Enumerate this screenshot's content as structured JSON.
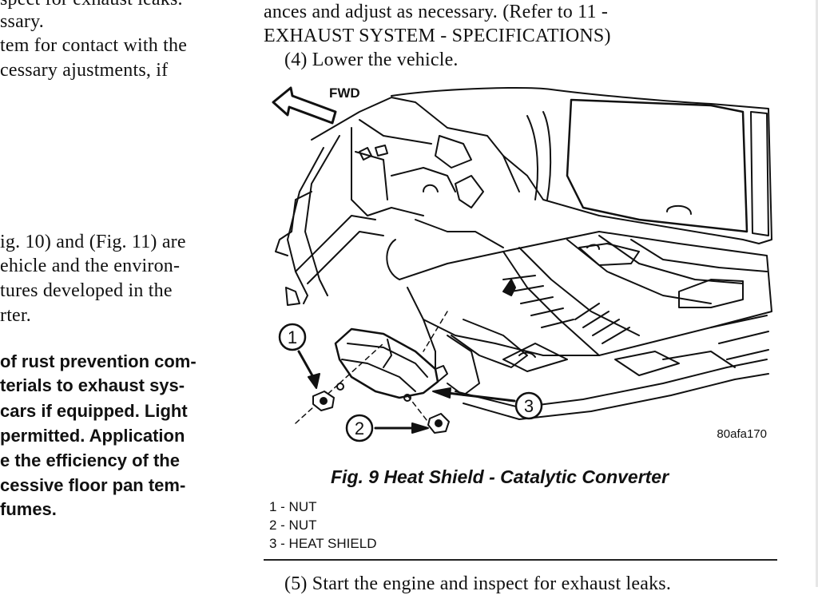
{
  "left_column": {
    "lines_top": [
      "spect for exhaust leaks.",
      "ssary.",
      "tem for contact with the",
      "cessary   ajustments,   if"
    ],
    "lines_middle": [
      "ig. 10) and (Fig. 11) are",
      "ehicle and the environ-",
      "tures  developed  in  the",
      "rter."
    ],
    "lines_bold": [
      "of rust prevention com-",
      "terials to exhaust sys-",
      " cars if equipped. Light",
      " permitted. Application",
      "e the efficiency of the",
      "cessive floor pan tem-",
      "fumes."
    ]
  },
  "right_column": {
    "line1": "ances   and   adjust   as   necessary.  (Refer   to   11   -",
    "line2": "EXHAUST SYSTEM - SPECIFICATIONS)",
    "step4": "(4)  Lower the vehicle.",
    "step5": "(5)  Start the engine and inspect for exhaust leaks."
  },
  "figure": {
    "direction_label": "FWD",
    "callout_1": "1",
    "callout_2": "2",
    "callout_3": "3",
    "figure_code": "80afa170",
    "caption": "Fig. 9 Heat Shield - Catalytic Converter",
    "legend": [
      "1 - NUT",
      "2 - NUT",
      "3 - HEAT SHIELD"
    ]
  }
}
